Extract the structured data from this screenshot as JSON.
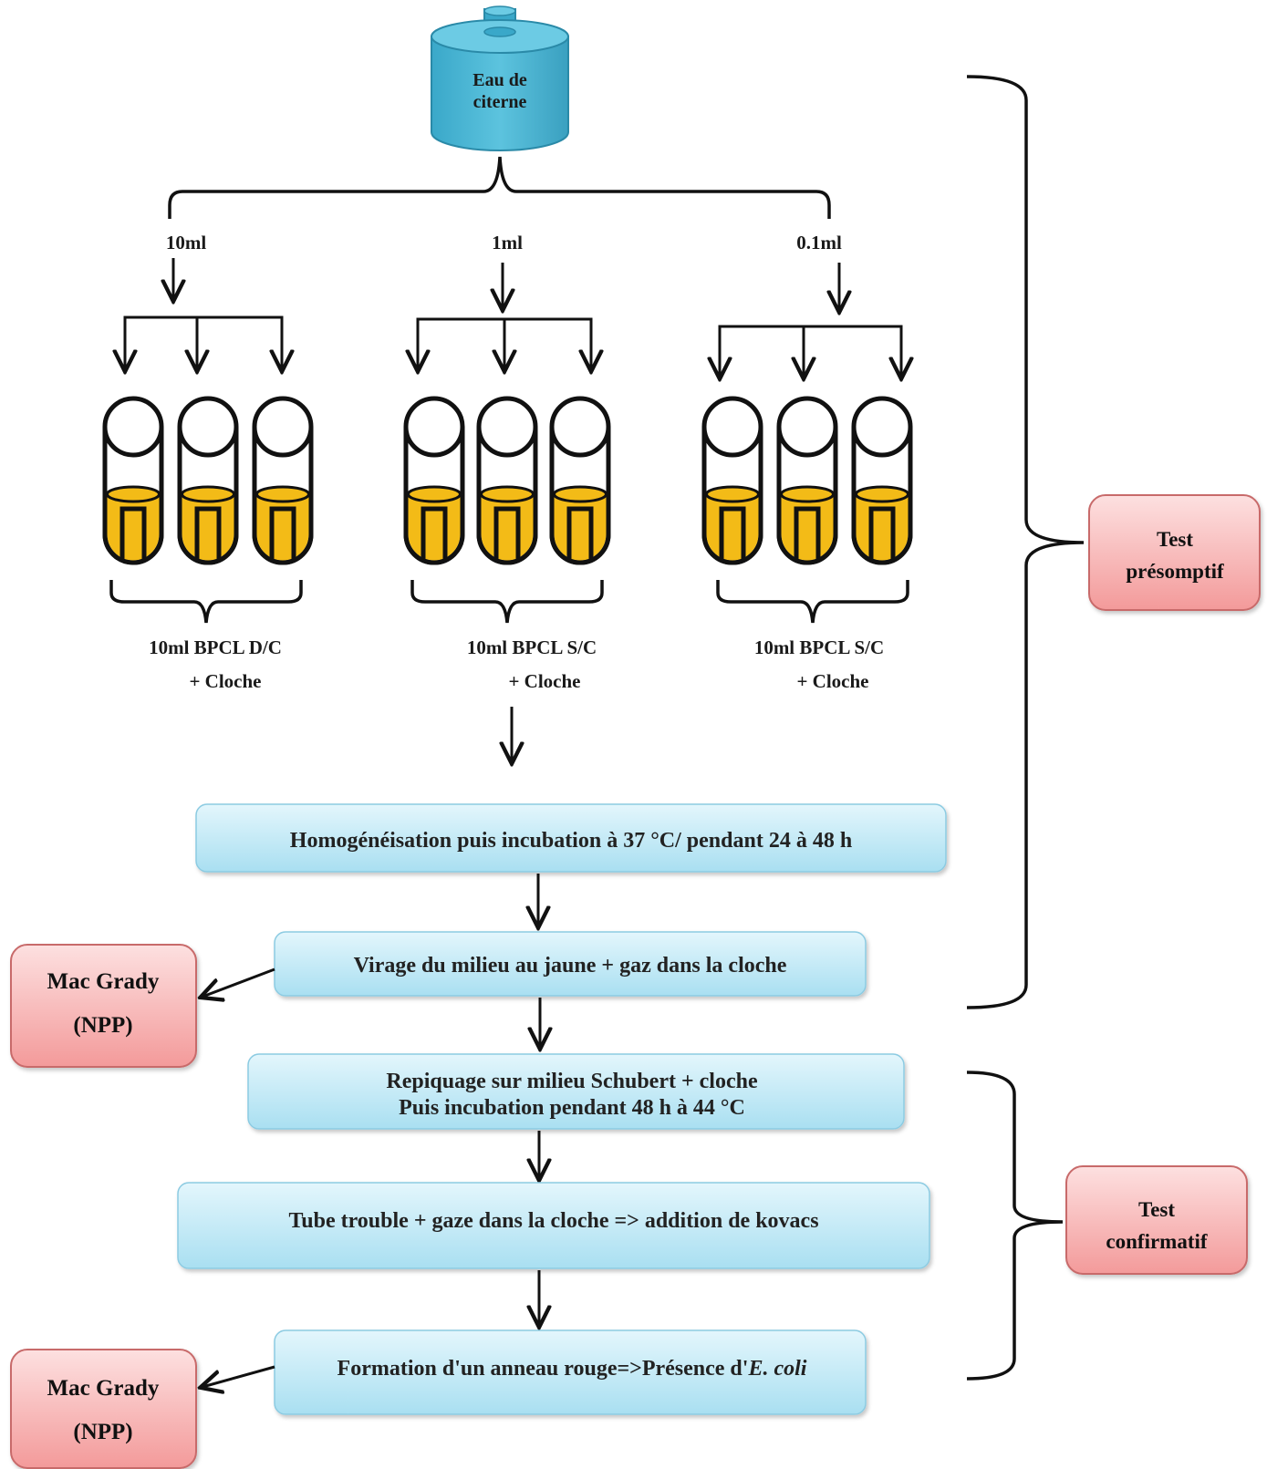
{
  "source": {
    "label_line1": "Eau de",
    "label_line2": "citerne"
  },
  "volumes": [
    {
      "label": "10ml",
      "medium_line1": "10ml BPCL D/C",
      "medium_line2": "+ Cloche"
    },
    {
      "label": "1ml",
      "medium_line1": "10ml BPCL S/C",
      "medium_line2": "+ Cloche"
    },
    {
      "label": "0.1ml",
      "medium_line1": "10ml BPCL S/C",
      "medium_line2": "+ Cloche"
    }
  ],
  "steps": {
    "incubation": "Homogénéisation puis incubation à 37 °C/ pendant 24 à 48 h",
    "virage": "Virage du milieu au jaune + gaz dans la cloche",
    "repiquage_line1": "Repiquage sur milieu Schubert + cloche",
    "repiquage_line2": "Puis incubation pendant 48 h à 44 °C",
    "tube": "Tube trouble + gaze dans la cloche => addition de kovacs",
    "anneau_prefix": "Formation d'un anneau rouge=>Présence d'",
    "anneau_species": "E. coli"
  },
  "results": [
    {
      "line1": "Mac Grady",
      "line2": "(NPP)"
    },
    {
      "line1": "Mac Grady",
      "line2": "(NPP)"
    }
  ],
  "tests": {
    "presomptif_line1": "Test",
    "presomptif_line2": "présomptif",
    "confirmatif_line1": "Test",
    "confirmatif_line2": "confirmatif"
  },
  "colors": {
    "step_fill": "#c9ecf8",
    "step_stroke": "#8ccbe2",
    "result_fill": "#f7b8b8",
    "result_stroke": "#c86a6a",
    "tank_fill": "#4fb8d6",
    "liquid_fill": "#f3bb17"
  }
}
